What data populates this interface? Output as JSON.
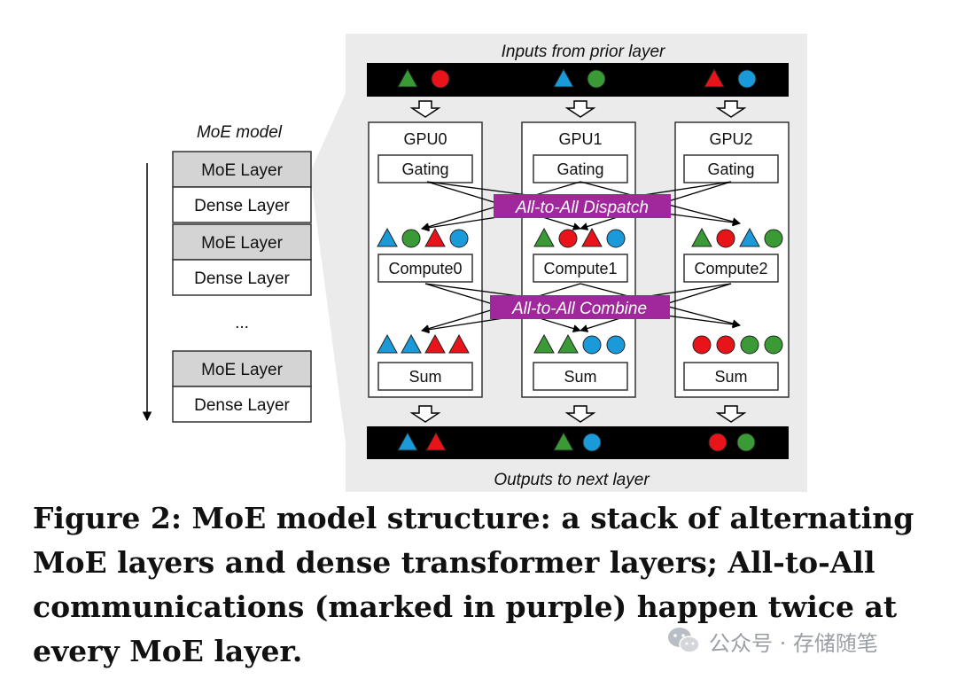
{
  "model_stack": {
    "title": "MoE model",
    "layers": [
      "MoE Layer",
      "Dense Layer",
      "MoE Layer",
      "Dense Layer",
      "...",
      "MoE Layer",
      "Dense Layer"
    ]
  },
  "panel": {
    "inputs_label": "Inputs from prior layer",
    "outputs_label": "Outputs to next layer",
    "dispatch_label": "All-to-All Dispatch",
    "combine_label": "All-to-All Combine"
  },
  "gpus": [
    {
      "name": "GPU0",
      "gating": "Gating",
      "compute": "Compute0",
      "sum": "Sum"
    },
    {
      "name": "GPU1",
      "gating": "Gating",
      "compute": "Compute1",
      "sum": "Sum"
    },
    {
      "name": "GPU2",
      "gating": "Gating",
      "compute": "Compute2",
      "sum": "Sum"
    }
  ],
  "colors": {
    "green": "#3a9a35",
    "red": "#e8141a",
    "blue": "#1a9ad8",
    "purple": "#a0289c",
    "moe_layer_fill": "#d4d4d4",
    "panel_bg": "#ebebeb"
  },
  "tokens": {
    "input_groups": [
      [
        "green-triangle",
        "red-circle"
      ],
      [
        "blue-triangle",
        "green-circle"
      ],
      [
        "red-triangle",
        "blue-circle"
      ]
    ],
    "dispatched": [
      [
        "blue-triangle",
        "green-circle",
        "red-triangle",
        "blue-circle"
      ],
      [
        "green-triangle",
        "red-circle",
        "red-triangle",
        "blue-circle"
      ],
      [
        "green-triangle",
        "red-circle",
        "blue-triangle",
        "green-circle"
      ]
    ],
    "combined": [
      [
        "blue-triangle",
        "blue-triangle",
        "red-triangle",
        "red-triangle"
      ],
      [
        "green-triangle",
        "green-triangle",
        "blue-circle",
        "blue-circle"
      ],
      [
        "red-circle",
        "red-circle",
        "green-circle",
        "green-circle"
      ]
    ],
    "output_groups": [
      [
        "blue-triangle",
        "red-triangle"
      ],
      [
        "green-triangle",
        "blue-circle"
      ],
      [
        "red-circle",
        "green-circle"
      ]
    ]
  },
  "caption": "Figure 2: MoE model structure: a stack of alternating MoE layers and dense transformer layers; All-to-All communications (marked in purple) happen twice at every MoE layer.",
  "watermark": {
    "text": "公众号 · 存储随笔",
    "icon": "wechat-icon"
  }
}
